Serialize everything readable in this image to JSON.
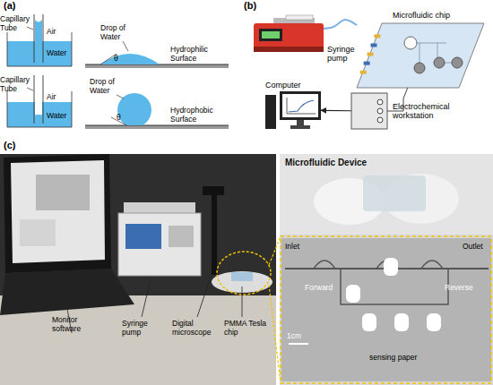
{
  "diagram": {
    "nodes": [
      {
        "text": [
          "Syringe pump"
        ]
      },
      {
        "text": [
          "Microfluidic chip"
        ]
      },
      {
        "text": [
          "Electrochemical workstation"
        ]
      },
      {
        "text": [
          "Computer"
        ]
      }
    ],
    "edges": [
      {
        "from": 0,
        "to": 1,
        "arrow": "none"
      },
      {
        "from": 2,
        "to": 1,
        "arrow": "none"
      },
      {
        "from": 2,
        "to": 3,
        "arrow": "to"
      }
    ],
    "labels": [
      "(a)",
      "Capillary Tube",
      "Air",
      "Water",
      "Drop of Water",
      "θ",
      "Hydrophilic Surface",
      "Capillary Tube",
      "Air",
      "Water",
      "Drop of Water",
      "θ",
      "Hydrophobic Surface",
      "(b)",
      "(c)",
      "Monitor software",
      "Syringe pump",
      "Digital microscope",
      "PMMA Tesla chip",
      "Microfluidic Device",
      "Inlet",
      "Forward",
      "1cm",
      "sensing paper",
      "Reverse",
      "Outlet"
    ]
  }
}
